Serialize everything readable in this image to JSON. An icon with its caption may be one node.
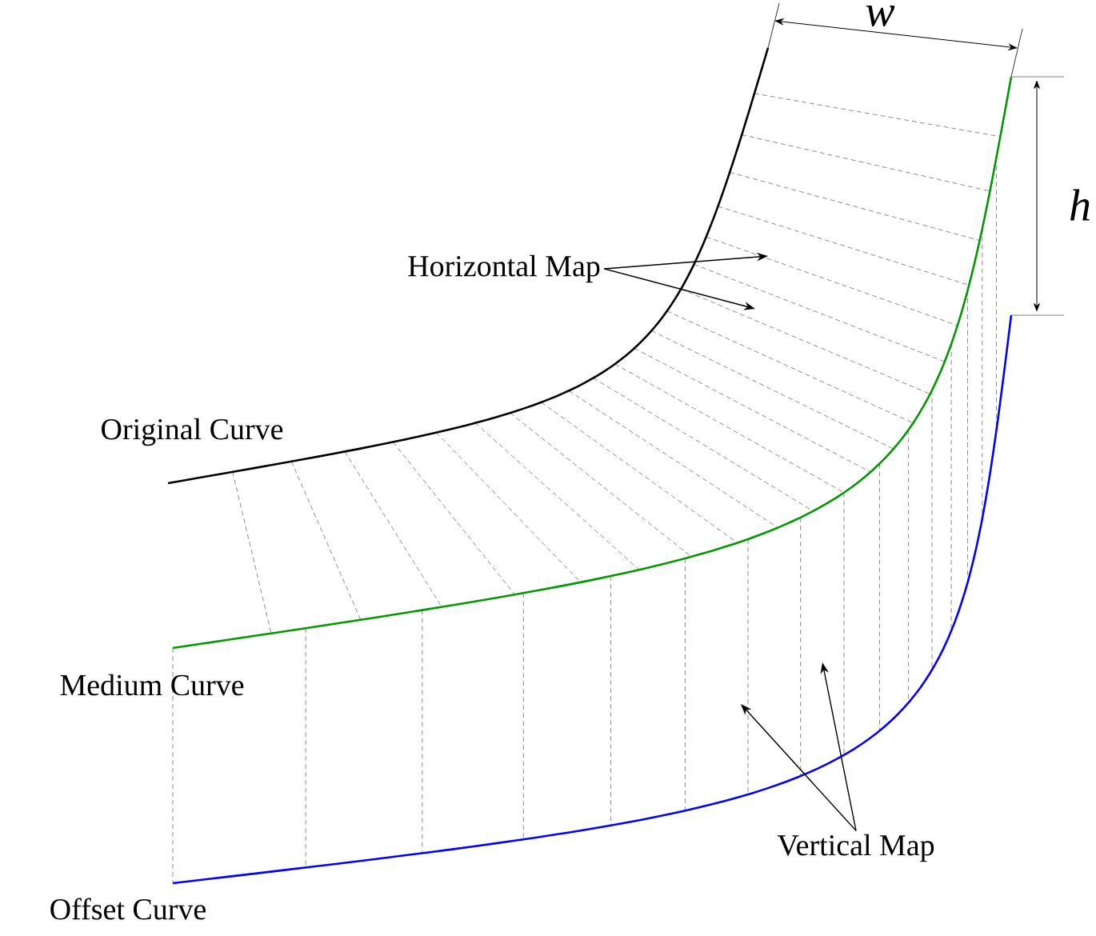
{
  "diagram": {
    "nodes": [
      {
        "text": [
          "Horizontal Map"
        ]
      },
      {
        "text": [
          "Vertical Map"
        ]
      }
    ],
    "edges": [
      {
        "from": 0,
        "to": null,
        "arrow": "to"
      },
      {
        "from": 0,
        "to": null,
        "arrow": "to"
      },
      {
        "from": 1,
        "to": null,
        "arrow": "to"
      },
      {
        "from": 1,
        "to": null,
        "arrow": "to"
      }
    ],
    "labels": [
      "w",
      "h",
      "Original Curve",
      "Medium Curve",
      "Offset Curve"
    ]
  }
}
